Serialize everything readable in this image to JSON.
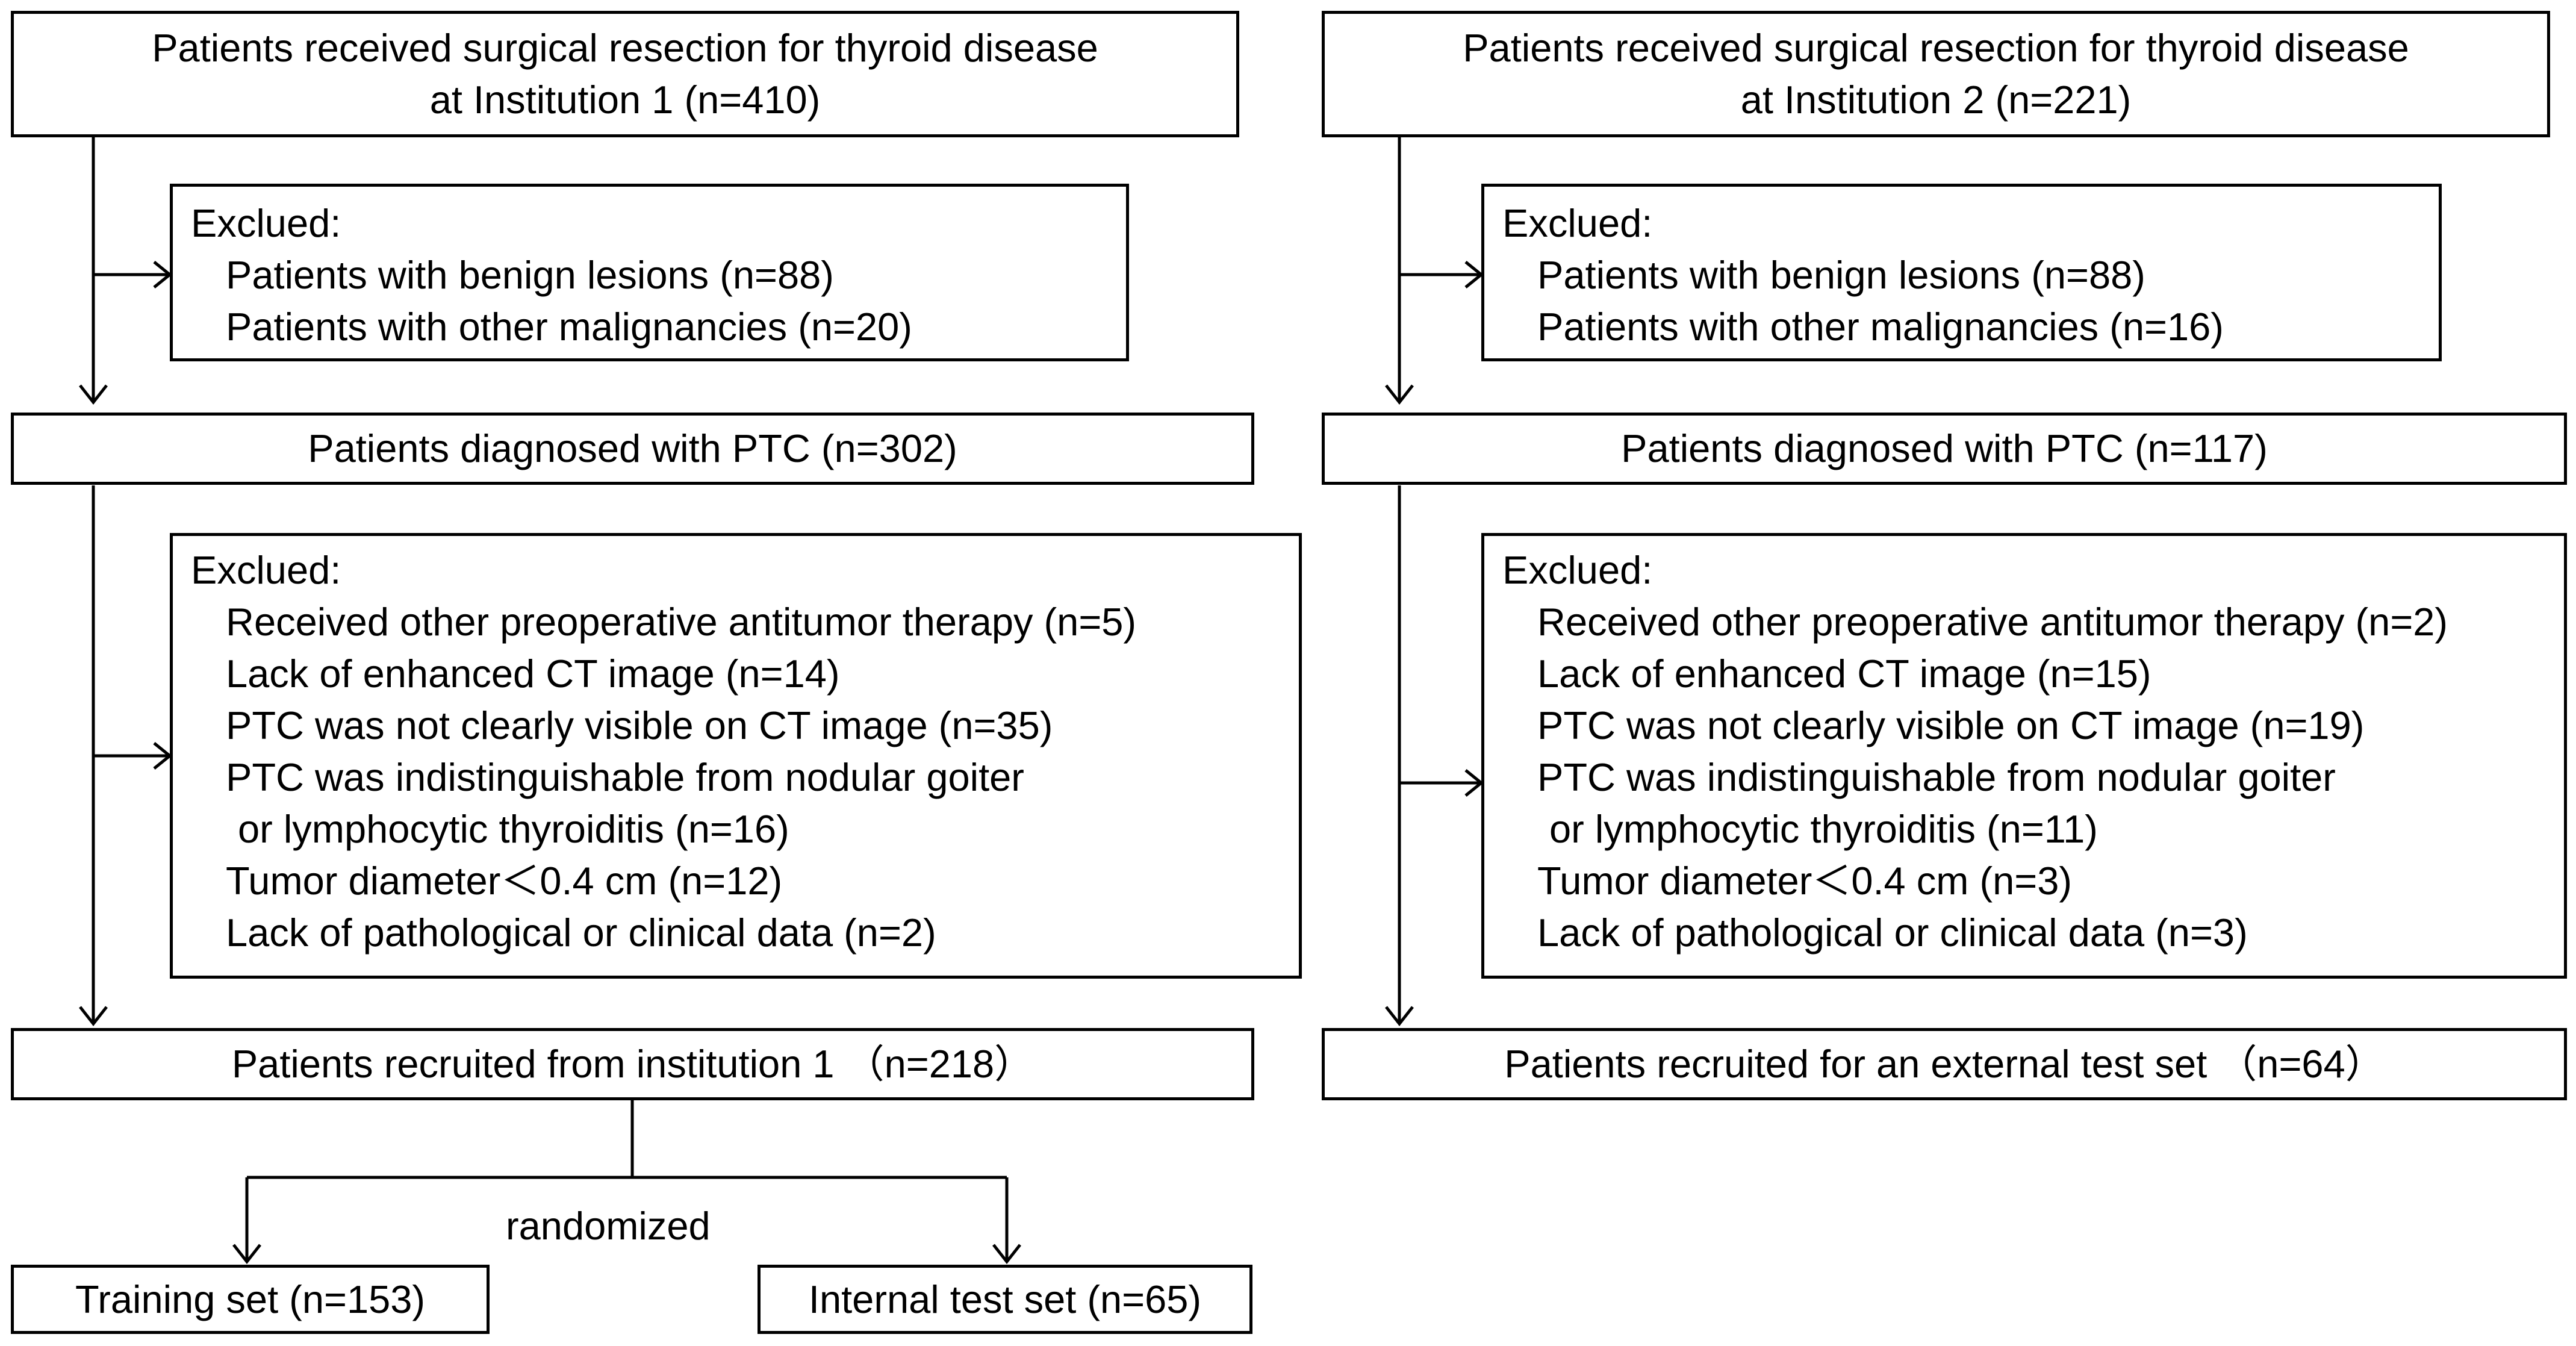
{
  "left": {
    "top_box": {
      "line1": "Patients received surgical resection for thyroid disease",
      "line2": "at Institution 1 (n=410)"
    },
    "exclusion1": {
      "header": "Exclued:",
      "items": [
        "Patients with benign lesions (n=88)",
        "Patients with other malignancies (n=20)"
      ]
    },
    "ptc_box": "Patients diagnosed with PTC (n=302)",
    "exclusion2": {
      "header": "Exclued:",
      "items": [
        "Received other preoperative antitumor therapy (n=5)",
        "Lack of enhanced CT image (n=14)",
        "PTC was not clearly visible on CT image (n=35)",
        "PTC was indistinguishable from nodular goiter",
        "or lymphocytic thyroiditis (n=16)",
        "Tumor diameter＜0.4 cm (n=12)",
        "Lack of pathological or clinical data (n=2)"
      ]
    },
    "recruited_box": "Patients recruited from institution 1 （n=218）",
    "randomized_label": "randomized",
    "training_box": "Training set (n=153)",
    "internal_test_box": "Internal test set (n=65)"
  },
  "right": {
    "top_box": {
      "line1": "Patients received surgical resection for thyroid disease",
      "line2": "at Institution 2 (n=221)"
    },
    "exclusion1": {
      "header": "Exclued:",
      "items": [
        "Patients with benign lesions (n=88)",
        "Patients with other malignancies (n=16)"
      ]
    },
    "ptc_box": "Patients diagnosed with PTC (n=117)",
    "exclusion2": {
      "header": "Exclued:",
      "items": [
        "Received other preoperative antitumor therapy (n=2)",
        "Lack of enhanced CT image (n=15)",
        "PTC was not clearly visible on CT image (n=19)",
        "PTC was indistinguishable from nodular goiter",
        "or lymphocytic thyroiditis (n=11)",
        "Tumor diameter＜0.4 cm (n=3)",
        "Lack of pathological or clinical data (n=3)"
      ]
    },
    "external_box": "Patients recruited for an external test set （n=64）"
  }
}
